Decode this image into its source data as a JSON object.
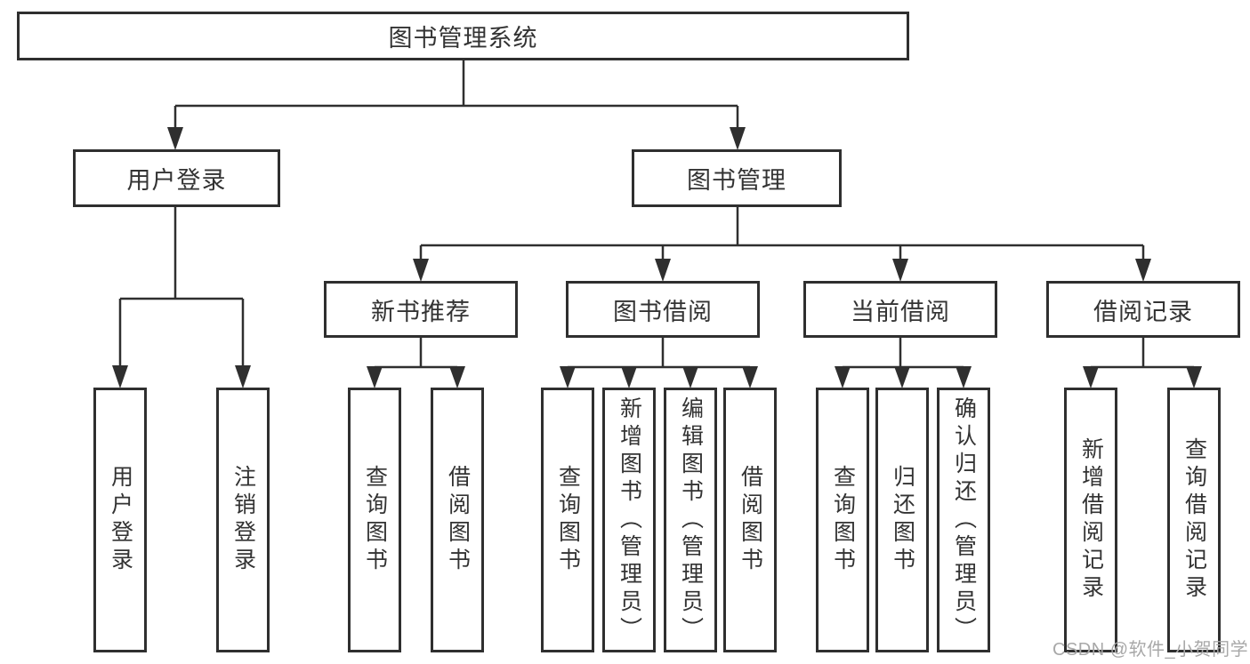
{
  "diagram": {
    "root": {
      "label": "图书管理系统"
    },
    "branches": [
      {
        "label": "用户登录",
        "leaves": [
          {
            "label": "用户登录"
          },
          {
            "label": "注销登录"
          }
        ]
      },
      {
        "label": "图书管理",
        "sections": [
          {
            "label": "新书推荐",
            "leaves": [
              {
                "label": "查询图书"
              },
              {
                "label": "借阅图书"
              }
            ]
          },
          {
            "label": "图书借阅",
            "leaves": [
              {
                "label": "查询图书"
              },
              {
                "label": "新增图书（管理员）"
              },
              {
                "label": "编辑图书（管理员）"
              },
              {
                "label": "借阅图书"
              }
            ]
          },
          {
            "label": "当前借阅",
            "leaves": [
              {
                "label": "查询图书"
              },
              {
                "label": "归还图书"
              },
              {
                "label": "确认归还（管理员）"
              }
            ]
          },
          {
            "label": "借阅记录",
            "leaves": [
              {
                "label": "新增借阅记录"
              },
              {
                "label": "查询借阅记录"
              }
            ]
          }
        ]
      }
    ]
  },
  "watermark": {
    "text": "CSDN @软件_小贺同学"
  },
  "colors": {
    "line": "#2f2f2f",
    "box_fill": "#ffffff",
    "text": "#333333",
    "watermark": "#a8a8a8",
    "background": "#ffffff"
  }
}
